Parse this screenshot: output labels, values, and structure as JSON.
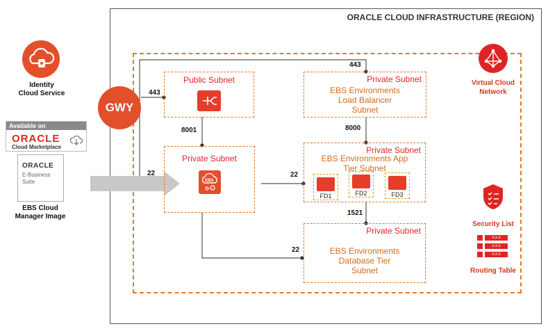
{
  "region": {
    "title": "ORACLE CLOUD INFRASTRUCTURE (REGION)"
  },
  "identity": {
    "label_line1": "Identity",
    "label_line2": "Cloud Service"
  },
  "marketplace": {
    "available_on": "Available on",
    "brand": "ORACLE",
    "subtitle": "Cloud Marketplace"
  },
  "ebs_image": {
    "brand": "ORACLE",
    "line1": "E-Business",
    "line2": "Suite",
    "label_line1": "EBS Cloud",
    "label_line2": "Manager Image"
  },
  "gateway": {
    "label": "GWY"
  },
  "public_subnet": {
    "title": "Public Subnet"
  },
  "private_subnet_mgr": {
    "title": "Private Subnet"
  },
  "lb_subnet": {
    "title": "Private Subnet",
    "line1": "EBS Environments",
    "line2": "Load Balancer",
    "line3": "Subnet"
  },
  "app_subnet": {
    "title": "Private Subnet",
    "line1": "EBS Environments App",
    "line2": "Tier Subnet",
    "fd": [
      "FD1",
      "FD2",
      "FD3"
    ]
  },
  "db_subnet": {
    "title": "Private Subnet",
    "line1": "EBS Environments",
    "line2": "Database Tier",
    "line3": "Subnet"
  },
  "ebs_icon_text": "EBS",
  "ports": {
    "p443_top": "443",
    "p443_left": "443",
    "p8001": "8001",
    "p8000": "8000",
    "p22_left": "22",
    "p22_mid": "22",
    "p1521": "1521",
    "p22_db": "22"
  },
  "vcn": {
    "label_line1": "Virtual Cloud",
    "label_line2": "Network"
  },
  "security_list": {
    "label": "Security List"
  },
  "routing_table": {
    "label": "Routing Table",
    "cell": "x.x.x"
  }
}
